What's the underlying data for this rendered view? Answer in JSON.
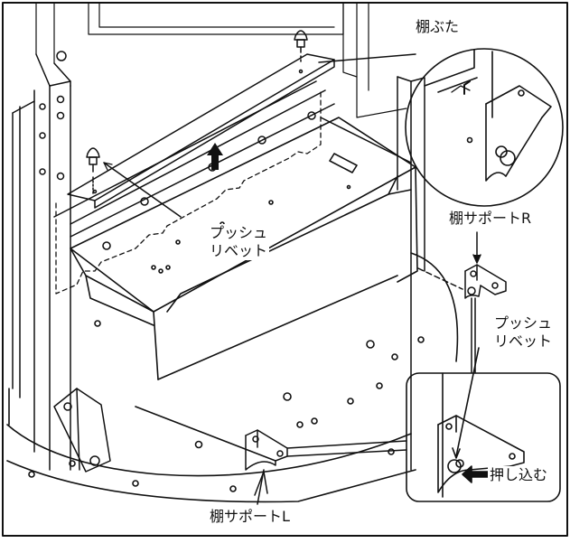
{
  "colors": {
    "line": "#111111",
    "paper": "#ffffff",
    "shade": "#d9d9d9"
  },
  "labels": {
    "shelf_lid": "棚ぶた",
    "push_rivet_main": "プッシュ\nリベット",
    "shelf_support_r": "棚サポートR",
    "push_rivet_detail": "プッシュ\nリベット",
    "press_in": "押し込む",
    "shelf_support_l": "棚サポートL"
  }
}
